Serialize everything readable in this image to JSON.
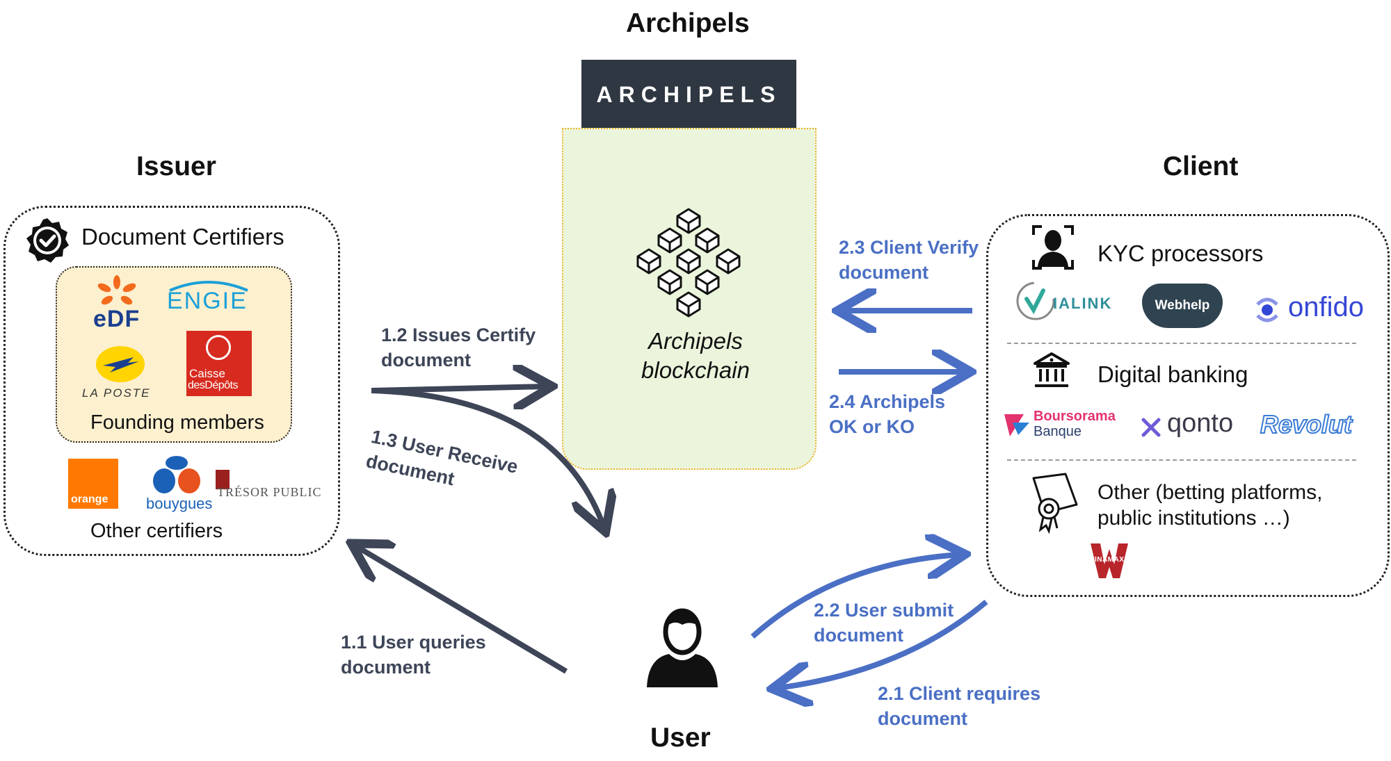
{
  "titles": {
    "archipels": "Archipels",
    "issuer": "Issuer",
    "client": "Client",
    "user": "User"
  },
  "archipels_banner": "ARCHIPELS",
  "blockchain_label": "Archipels\nblockchain",
  "issuer_box": {
    "document_certifiers": "Document Certifiers",
    "founding_members": "Founding members",
    "other_certifiers": "Other certifiers",
    "founding_logos": {
      "edf": "eDF",
      "engie": "ENGIE",
      "la_poste": "LA POSTE",
      "caisse_line1": "Caisse",
      "caisse_line2": "desDépôts"
    },
    "other_logos": {
      "orange": "orange",
      "bouygues": "bouygues",
      "tresor": "TRÉSOR PUBLIC"
    }
  },
  "client_box": {
    "kyc": "KYC processors",
    "digital_banking": "Digital banking",
    "other": "Other (betting platforms,\npublic institutions …)",
    "kyc_logos": {
      "vialink": "IALINK",
      "webhelp": "Webhelp",
      "onfido": "onfido"
    },
    "banking_logos": {
      "boursorama_line1": "Boursorama",
      "boursorama_line2": "Banque",
      "qonto": "qonto",
      "revolut": "Revolut"
    },
    "other_logos": {
      "winamax": "WINAMAX"
    }
  },
  "flows": {
    "f1_1": "1.1 User queries\ndocument",
    "f1_2": "1.2 Issues Certify\ndocument",
    "f1_3": "1.3 User Receive\ndocument",
    "f2_1": "2.1 Client requires\ndocument",
    "f2_2": "2.2 User submit\ndocument",
    "f2_3": "2.3 Client Verify\ndocument",
    "f2_4": "2.4 Archipels\nOK or KO"
  },
  "colors": {
    "dark_arrow": "#3d4557",
    "blue_arrow": "#4a6fc4",
    "banner_bg": "#2f3742",
    "blockchain_bg": "#ebf5dc",
    "founding_bg": "#fdf0cf",
    "edf_orange": "#f26b1d",
    "edf_blue": "#1b3f8f",
    "engie_blue": "#1aa0d8",
    "caisse_red": "#d72b1f",
    "orange_brand": "#ff7900",
    "bouygues_blue": "#1b61b7",
    "webhelp_bg": "#2f4350",
    "onfido_blue": "#3447d4",
    "revolut_blue": "#3a7bd5",
    "winamax_red": "#b8262c"
  },
  "icons": [
    "check-badge-icon",
    "face-scan-icon",
    "bank-icon",
    "certificate-icon",
    "user-icon",
    "blockchain-cubes-icon"
  ]
}
